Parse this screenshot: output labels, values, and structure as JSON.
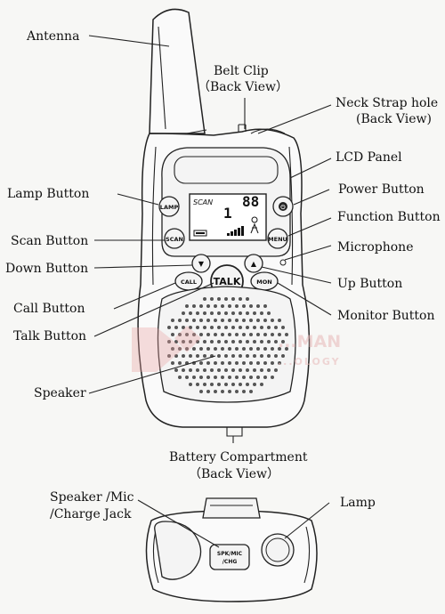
{
  "labels": {
    "antenna": "Antenna",
    "belt_clip_1": "Belt Clip",
    "belt_clip_2": "（Back View）",
    "neck_strap_1": "Neck Strap hole",
    "neck_strap_2": "(Back View)",
    "lcd_panel": "LCD Panel",
    "lamp_button": "Lamp Button",
    "power_button": "Power Button",
    "function_button": "Function Button",
    "scan_button": "Scan Button",
    "microphone": "Microphone",
    "down_button": "Down Button",
    "up_button": "Up Button",
    "call_button": "Call Button",
    "monitor_button": "Monitor Button",
    "talk_button": "Talk Button",
    "speaker": "Speaker",
    "battery_1": "Battery Compartment",
    "battery_2": "（Back View）",
    "spk_jack_1": "Speaker /Mic",
    "spk_jack_2": "/Charge Jack",
    "lamp": "Lamp"
  },
  "buttons": {
    "lamp": "LAMP",
    "scan": "SCAN",
    "menu": "MENU",
    "call": "CALL",
    "talk": "TALK",
    "mon": "MON",
    "power": "⏻",
    "down": "▼",
    "up": "▲"
  },
  "lcd": {
    "scan_text": "SCAN",
    "channel": "1",
    "code": "88"
  },
  "jack": {
    "line1": "SPK/MIC",
    "line2": "/CHG"
  },
  "watermark": {
    "line1": "...MAN",
    "line2": "...OLOGY"
  }
}
